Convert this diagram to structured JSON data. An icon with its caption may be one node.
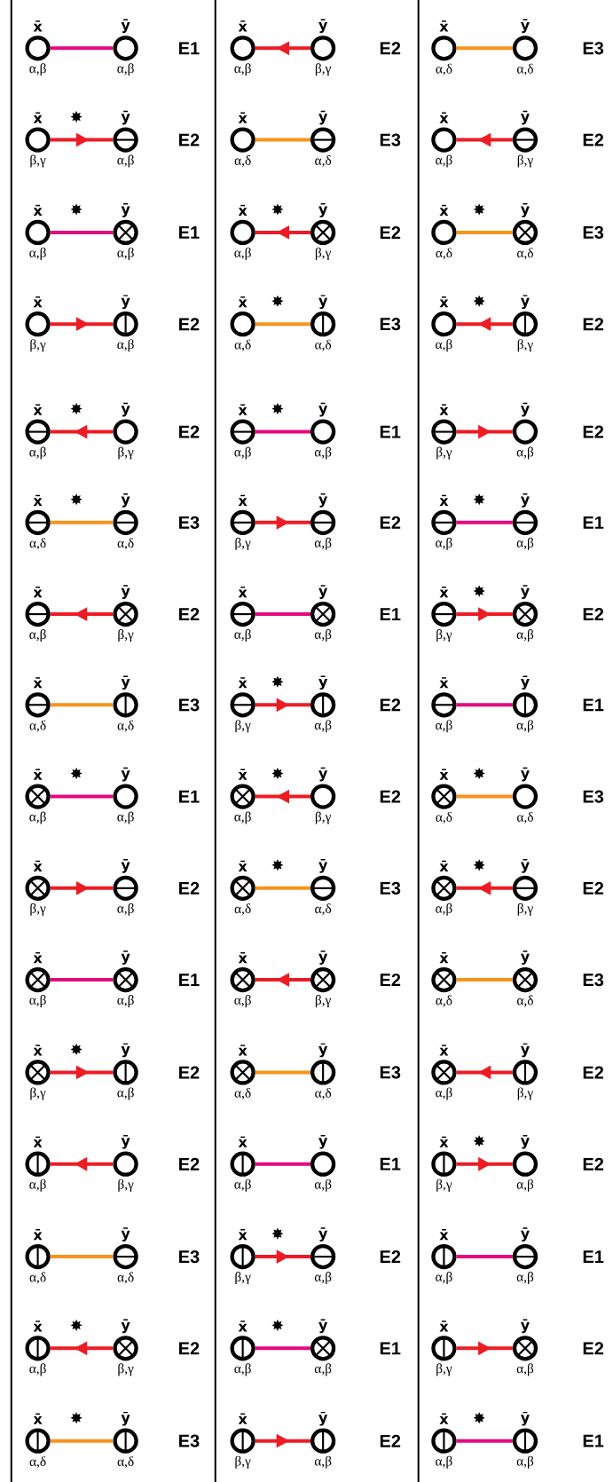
{
  "diagram": {
    "nodes": [
      {
        "text": [],
        "shape": "circle",
        "beside": [
          "x̄",
          "α,β"
        ]
      },
      {
        "text": [],
        "shape": "circle",
        "beside": [
          "ȳ",
          "α,β"
        ]
      },
      {
        "text": [],
        "shape": "circle",
        "beside": [
          "x̄",
          "α,β"
        ]
      },
      {
        "text": [],
        "shape": "circle",
        "beside": [
          "ȳ",
          "β,γ"
        ]
      },
      {
        "text": [],
        "shape": "circle",
        "beside": [
          "x̄",
          "α,δ"
        ]
      },
      {
        "text": [],
        "shape": "circle",
        "beside": [
          "ȳ",
          "α,δ"
        ]
      },
      {
        "text": [],
        "shape": "circle",
        "beside": [
          "x̄",
          "β,γ"
        ]
      },
      {
        "text": [],
        "shape": "circle-minus",
        "beside": [
          "ȳ",
          "α,β"
        ]
      },
      {
        "text": [],
        "shape": "circle",
        "beside": [
          "x̄",
          "α,δ"
        ]
      },
      {
        "text": [],
        "shape": "circle-minus",
        "beside": [
          "ȳ",
          "α,δ"
        ]
      },
      {
        "text": [],
        "shape": "circle",
        "beside": [
          "x̄",
          "α,β"
        ]
      },
      {
        "text": [],
        "shape": "circle-minus",
        "beside": [
          "ȳ",
          "β,γ"
        ]
      },
      {
        "text": [],
        "shape": "circle",
        "beside": [
          "x̄",
          "α,β"
        ]
      },
      {
        "text": [],
        "shape": "circle-times",
        "beside": [
          "ȳ",
          "α,β"
        ]
      },
      {
        "text": [],
        "shape": "circle",
        "beside": [
          "x̄",
          "α,β"
        ]
      },
      {
        "text": [],
        "shape": "circle-times",
        "beside": [
          "ȳ",
          "β,γ"
        ]
      },
      {
        "text": [],
        "shape": "circle",
        "beside": [
          "x̄",
          "α,δ"
        ]
      },
      {
        "text": [],
        "shape": "circle-times",
        "beside": [
          "ȳ",
          "α,δ"
        ]
      },
      {
        "text": [],
        "shape": "circle",
        "beside": [
          "x̄",
          "β,γ"
        ]
      },
      {
        "text": [],
        "shape": "circle-bar",
        "beside": [
          "ȳ",
          "α,β"
        ]
      },
      {
        "text": [],
        "shape": "circle",
        "beside": [
          "x̄",
          "α,δ"
        ]
      },
      {
        "text": [],
        "shape": "circle-bar",
        "beside": [
          "ȳ",
          "α,δ"
        ]
      },
      {
        "text": [],
        "shape": "circle",
        "beside": [
          "x̄",
          "α,β"
        ]
      },
      {
        "text": [],
        "shape": "circle-bar",
        "beside": [
          "ȳ",
          "β,γ"
        ]
      },
      {
        "text": [],
        "shape": "circle-minus",
        "beside": [
          "x̄",
          "α,β"
        ]
      },
      {
        "text": [],
        "shape": "circle",
        "beside": [
          "ȳ",
          "β,γ"
        ]
      },
      {
        "text": [],
        "shape": "circle-minus",
        "beside": [
          "x̄",
          "α,β"
        ]
      },
      {
        "text": [],
        "shape": "circle",
        "beside": [
          "ȳ",
          "α,β"
        ]
      },
      {
        "text": [],
        "shape": "circle-minus",
        "beside": [
          "x̄",
          "β,γ"
        ]
      },
      {
        "text": [],
        "shape": "circle",
        "beside": [
          "ȳ",
          "α,β"
        ]
      },
      {
        "text": [],
        "shape": "circle-minus",
        "beside": [
          "x̄",
          "α,δ"
        ]
      },
      {
        "text": [],
        "shape": "circle-minus",
        "beside": [
          "ȳ",
          "α,δ"
        ]
      },
      {
        "text": [],
        "shape": "circle-minus",
        "beside": [
          "x̄",
          "β,γ"
        ]
      },
      {
        "text": [],
        "shape": "circle-minus",
        "beside": [
          "ȳ",
          "α,β"
        ]
      },
      {
        "text": [],
        "shape": "circle-minus",
        "beside": [
          "x̄",
          "α,β"
        ]
      },
      {
        "text": [],
        "shape": "circle-minus",
        "beside": [
          "ȳ",
          "α,β"
        ]
      },
      {
        "text": [],
        "shape": "circle-minus",
        "beside": [
          "x̄",
          "α,β"
        ]
      },
      {
        "text": [],
        "shape": "circle-times",
        "beside": [
          "ȳ",
          "β,γ"
        ]
      },
      {
        "text": [],
        "shape": "circle-minus",
        "beside": [
          "x̄",
          "α,β"
        ]
      },
      {
        "text": [],
        "shape": "circle-times",
        "beside": [
          "ȳ",
          "α,β"
        ]
      },
      {
        "text": [],
        "shape": "circle-minus",
        "beside": [
          "x̄",
          "β,γ"
        ]
      },
      {
        "text": [],
        "shape": "circle-times",
        "beside": [
          "ȳ",
          "α,β"
        ]
      },
      {
        "text": [],
        "shape": "circle-minus",
        "beside": [
          "x̄",
          "α,δ"
        ]
      },
      {
        "text": [],
        "shape": "circle-bar",
        "beside": [
          "ȳ",
          "α,δ"
        ]
      },
      {
        "text": [],
        "shape": "circle-minus",
        "beside": [
          "x̄",
          "β,γ"
        ]
      },
      {
        "text": [],
        "shape": "circle-bar",
        "beside": [
          "ȳ",
          "α,β"
        ]
      },
      {
        "text": [],
        "shape": "circle-minus",
        "beside": [
          "x̄",
          "α,β"
        ]
      },
      {
        "text": [],
        "shape": "circle-bar",
        "beside": [
          "ȳ",
          "α,β"
        ]
      },
      {
        "text": [],
        "shape": "circle-times",
        "beside": [
          "x̄",
          "α,β"
        ]
      },
      {
        "text": [],
        "shape": "circle",
        "beside": [
          "ȳ",
          "α,β"
        ]
      },
      {
        "text": [],
        "shape": "circle-times",
        "beside": [
          "x̄",
          "α,β"
        ]
      },
      {
        "text": [],
        "shape": "circle",
        "beside": [
          "ȳ",
          "β,γ"
        ]
      },
      {
        "text": [],
        "shape": "circle-times",
        "beside": [
          "x̄",
          "α,δ"
        ]
      },
      {
        "text": [],
        "shape": "circle",
        "beside": [
          "ȳ",
          "α,δ"
        ]
      },
      {
        "text": [],
        "shape": "circle-times",
        "beside": [
          "x̄",
          "β,γ"
        ]
      },
      {
        "text": [],
        "shape": "circle-minus",
        "beside": [
          "ȳ",
          "α,β"
        ]
      },
      {
        "text": [],
        "shape": "circle-times",
        "beside": [
          "x̄",
          "α,δ"
        ]
      },
      {
        "text": [],
        "shape": "circle-minus",
        "beside": [
          "ȳ",
          "α,δ"
        ]
      },
      {
        "text": [],
        "shape": "circle-times",
        "beside": [
          "x̄",
          "α,β"
        ]
      },
      {
        "text": [],
        "shape": "circle-minus",
        "beside": [
          "ȳ",
          "β,γ"
        ]
      },
      {
        "text": [],
        "shape": "circle-times",
        "beside": [
          "x̄",
          "α,β"
        ]
      },
      {
        "text": [],
        "shape": "circle-times",
        "beside": [
          "ȳ",
          "α,β"
        ]
      },
      {
        "text": [],
        "shape": "circle-times",
        "beside": [
          "x̄",
          "α,β"
        ]
      },
      {
        "text": [],
        "shape": "circle-times",
        "beside": [
          "ȳ",
          "β,γ"
        ]
      },
      {
        "text": [],
        "shape": "circle-times",
        "beside": [
          "x̄",
          "α,δ"
        ]
      },
      {
        "text": [],
        "shape": "circle-times",
        "beside": [
          "ȳ",
          "α,δ"
        ]
      },
      {
        "text": [],
        "shape": "circle-times",
        "beside": [
          "x̄",
          "β,γ"
        ]
      },
      {
        "text": [],
        "shape": "circle-bar",
        "beside": [
          "ȳ",
          "α,β"
        ]
      },
      {
        "text": [],
        "shape": "circle-times",
        "beside": [
          "x̄",
          "α,δ"
        ]
      },
      {
        "text": [],
        "shape": "circle-bar",
        "beside": [
          "ȳ",
          "α,δ"
        ]
      },
      {
        "text": [],
        "shape": "circle-times",
        "beside": [
          "x̄",
          "α,β"
        ]
      },
      {
        "text": [],
        "shape": "circle-bar",
        "beside": [
          "ȳ",
          "β,γ"
        ]
      },
      {
        "text": [],
        "shape": "circle-bar",
        "beside": [
          "x̄",
          "α,β"
        ]
      },
      {
        "text": [],
        "shape": "circle",
        "beside": [
          "ȳ",
          "β,γ"
        ]
      },
      {
        "text": [],
        "shape": "circle-bar",
        "beside": [
          "x̄",
          "α,β"
        ]
      },
      {
        "text": [],
        "shape": "circle",
        "beside": [
          "ȳ",
          "α,β"
        ]
      },
      {
        "text": [],
        "shape": "circle-bar",
        "beside": [
          "x̄",
          "β,γ"
        ]
      },
      {
        "text": [],
        "shape": "circle",
        "beside": [
          "ȳ",
          "α,β"
        ]
      },
      {
        "text": [],
        "shape": "circle-bar",
        "beside": [
          "x̄",
          "α,δ"
        ]
      },
      {
        "text": [],
        "shape": "circle-minus",
        "beside": [
          "ȳ",
          "α,δ"
        ]
      },
      {
        "text": [],
        "shape": "circle-bar",
        "beside": [
          "x̄",
          "β,γ"
        ]
      },
      {
        "text": [],
        "shape": "circle-minus",
        "beside": [
          "ȳ",
          "α,β"
        ]
      },
      {
        "text": [],
        "shape": "circle-bar",
        "beside": [
          "x̄",
          "α,β"
        ]
      },
      {
        "text": [],
        "shape": "circle-minus",
        "beside": [
          "ȳ",
          "α,β"
        ]
      },
      {
        "text": [],
        "shape": "circle-bar",
        "beside": [
          "x̄",
          "α,β"
        ]
      },
      {
        "text": [],
        "shape": "circle-times",
        "beside": [
          "ȳ",
          "β,γ"
        ]
      },
      {
        "text": [],
        "shape": "circle-bar",
        "beside": [
          "x̄",
          "α,β"
        ]
      },
      {
        "text": [],
        "shape": "circle-times",
        "beside": [
          "ȳ",
          "α,β"
        ]
      },
      {
        "text": [],
        "shape": "circle-bar",
        "beside": [
          "x̄",
          "β,γ"
        ]
      },
      {
        "text": [],
        "shape": "circle-times",
        "beside": [
          "ȳ",
          "α,β"
        ]
      },
      {
        "text": [],
        "shape": "circle-bar",
        "beside": [
          "x̄",
          "α,δ"
        ]
      },
      {
        "text": [],
        "shape": "circle-bar",
        "beside": [
          "ȳ",
          "α,δ"
        ]
      },
      {
        "text": [],
        "shape": "circle-bar",
        "beside": [
          "x̄",
          "β,γ"
        ]
      },
      {
        "text": [],
        "shape": "circle-bar",
        "beside": [
          "ȳ",
          "α,β"
        ]
      },
      {
        "text": [],
        "shape": "circle-bar",
        "beside": [
          "x̄",
          "α,β"
        ]
      },
      {
        "text": [],
        "shape": "circle-bar",
        "beside": [
          "ȳ",
          "α,β"
        ]
      }
    ],
    "edges": [
      {
        "from": 0,
        "to": 1,
        "arrow": "none",
        "color": "#e5097f"
      },
      {
        "from": 3,
        "to": 2,
        "arrow": "to",
        "color": "#ed1c24"
      },
      {
        "from": 4,
        "to": 5,
        "arrow": "none",
        "color": "#f7941d"
      },
      {
        "from": 6,
        "to": 7,
        "arrow": "to",
        "color": "#ed1c24",
        "label": "✸"
      },
      {
        "from": 8,
        "to": 9,
        "arrow": "none",
        "color": "#f7941d"
      },
      {
        "from": 11,
        "to": 10,
        "arrow": "to",
        "color": "#ed1c24"
      },
      {
        "from": 12,
        "to": 13,
        "arrow": "none",
        "color": "#e5097f",
        "label": "✸"
      },
      {
        "from": 15,
        "to": 14,
        "arrow": "to",
        "color": "#ed1c24",
        "label": "✸"
      },
      {
        "from": 16,
        "to": 17,
        "arrow": "none",
        "color": "#f7941d",
        "label": "✸"
      },
      {
        "from": 18,
        "to": 19,
        "arrow": "to",
        "color": "#ed1c24"
      },
      {
        "from": 20,
        "to": 21,
        "arrow": "none",
        "color": "#f7941d",
        "label": "✸"
      },
      {
        "from": 23,
        "to": 22,
        "arrow": "to",
        "color": "#ed1c24",
        "label": "✸"
      },
      {
        "from": 25,
        "to": 24,
        "arrow": "to",
        "color": "#ed1c24",
        "label": "✸"
      },
      {
        "from": 26,
        "to": 27,
        "arrow": "none",
        "color": "#e5097f",
        "label": "✸"
      },
      {
        "from": 28,
        "to": 29,
        "arrow": "to",
        "color": "#ed1c24"
      },
      {
        "from": 30,
        "to": 31,
        "arrow": "none",
        "color": "#f7941d",
        "label": "✸"
      },
      {
        "from": 32,
        "to": 33,
        "arrow": "to",
        "color": "#ed1c24"
      },
      {
        "from": 34,
        "to": 35,
        "arrow": "none",
        "color": "#e5097f",
        "label": "✸"
      },
      {
        "from": 37,
        "to": 36,
        "arrow": "to",
        "color": "#ed1c24"
      },
      {
        "from": 38,
        "to": 39,
        "arrow": "none",
        "color": "#e5097f"
      },
      {
        "from": 40,
        "to": 41,
        "arrow": "to",
        "color": "#ed1c24",
        "label": "✸"
      },
      {
        "from": 42,
        "to": 43,
        "arrow": "none",
        "color": "#f7941d"
      },
      {
        "from": 44,
        "to": 45,
        "arrow": "to",
        "color": "#ed1c24",
        "label": "✸"
      },
      {
        "from": 46,
        "to": 47,
        "arrow": "none",
        "color": "#e5097f"
      },
      {
        "from": 48,
        "to": 49,
        "arrow": "none",
        "color": "#e5097f",
        "label": "✸"
      },
      {
        "from": 51,
        "to": 50,
        "arrow": "to",
        "color": "#ed1c24",
        "label": "✸"
      },
      {
        "from": 52,
        "to": 53,
        "arrow": "none",
        "color": "#f7941d",
        "label": "✸"
      },
      {
        "from": 54,
        "to": 55,
        "arrow": "to",
        "color": "#ed1c24"
      },
      {
        "from": 56,
        "to": 57,
        "arrow": "none",
        "color": "#f7941d",
        "label": "✸"
      },
      {
        "from": 59,
        "to": 58,
        "arrow": "to",
        "color": "#ed1c24",
        "label": "✸"
      },
      {
        "from": 60,
        "to": 61,
        "arrow": "none",
        "color": "#e5097f"
      },
      {
        "from": 63,
        "to": 62,
        "arrow": "to",
        "color": "#ed1c24"
      },
      {
        "from": 64,
        "to": 65,
        "arrow": "none",
        "color": "#f7941d"
      },
      {
        "from": 66,
        "to": 67,
        "arrow": "to",
        "color": "#ed1c24",
        "label": "✸"
      },
      {
        "from": 68,
        "to": 69,
        "arrow": "none",
        "color": "#f7941d"
      },
      {
        "from": 71,
        "to": 70,
        "arrow": "to",
        "color": "#ed1c24"
      },
      {
        "from": 73,
        "to": 72,
        "arrow": "to",
        "color": "#ed1c24"
      },
      {
        "from": 74,
        "to": 75,
        "arrow": "none",
        "color": "#e5097f"
      },
      {
        "from": 76,
        "to": 77,
        "arrow": "to",
        "color": "#ed1c24",
        "label": "✸"
      },
      {
        "from": 78,
        "to": 79,
        "arrow": "none",
        "color": "#f7941d"
      },
      {
        "from": 80,
        "to": 81,
        "arrow": "to",
        "color": "#ed1c24",
        "label": "✸"
      },
      {
        "from": 82,
        "to": 83,
        "arrow": "none",
        "color": "#e5097f"
      },
      {
        "from": 85,
        "to": 84,
        "arrow": "to",
        "color": "#ed1c24",
        "label": "✸"
      },
      {
        "from": 86,
        "to": 87,
        "arrow": "none",
        "color": "#e5097f",
        "label": "✸"
      },
      {
        "from": 88,
        "to": 89,
        "arrow": "to",
        "color": "#ed1c24"
      },
      {
        "from": 90,
        "to": 91,
        "arrow": "none",
        "color": "#f7941d",
        "label": "✸"
      },
      {
        "from": 92,
        "to": 93,
        "arrow": "to",
        "color": "#ed1c24"
      },
      {
        "from": 94,
        "to": 95,
        "arrow": "none",
        "color": "#e5097f",
        "label": "✸"
      }
    ],
    "labels": [
      "E1",
      "E2",
      "E3",
      "E2",
      "E3",
      "E2",
      "E1",
      "E2",
      "E3",
      "E2",
      "E3",
      "E2",
      "E2",
      "E1",
      "E2",
      "E3",
      "E2",
      "E1",
      "E2",
      "E1",
      "E2",
      "E3",
      "E2",
      "E1",
      "E1",
      "E2",
      "E3",
      "E2",
      "E3",
      "E2",
      "E1",
      "E2",
      "E3",
      "E2",
      "E3",
      "E2",
      "E2",
      "E1",
      "E2",
      "E3",
      "E2",
      "E1",
      "E2",
      "E1",
      "E2",
      "E3",
      "E2",
      "E1"
    ]
  }
}
